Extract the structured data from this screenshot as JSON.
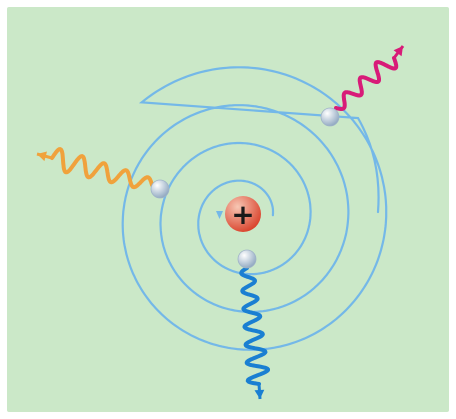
{
  "diagram": {
    "background_color": "#cbe8c8",
    "frame_color": "#ffffff",
    "orbit_color": "#74b8e8",
    "nucleus": {
      "charge_symbol": "+",
      "fill_light": "#f7c7b4",
      "fill_dark": "#d9412a",
      "sign_color": "#1a1a1a"
    },
    "electron": {
      "fill_light": "#ffffff",
      "fill_dark": "#8da6bf"
    },
    "photons": [
      {
        "name": "photon-magenta",
        "color": "#d81b78"
      },
      {
        "name": "photon-orange",
        "color": "#f0a23c"
      },
      {
        "name": "photon-blue",
        "color": "#1a7fd2"
      }
    ]
  }
}
